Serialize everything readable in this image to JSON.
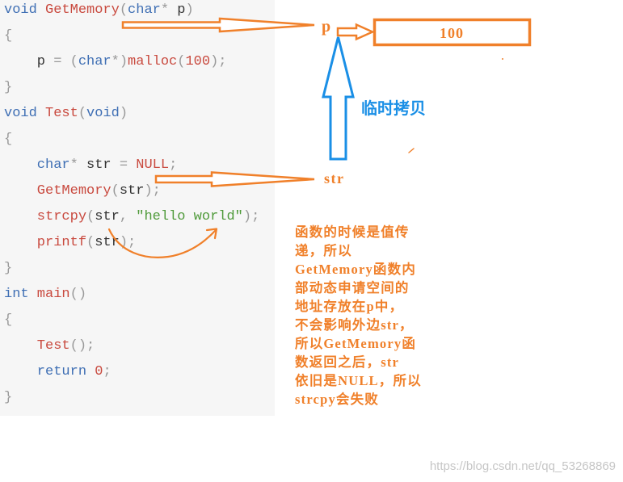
{
  "code": {
    "lines": [
      [
        {
          "keyword": "void"
        },
        {
          "function": " GetMemory"
        },
        {
          "punct": "("
        },
        {
          "keyword": "char"
        },
        {
          "punct": "* "
        },
        {
          "ident": "p"
        },
        {
          "punct": ")"
        }
      ],
      [
        {
          "punct": "{"
        }
      ],
      [
        {
          "ident": "    p"
        },
        {
          "punct": " = ("
        },
        {
          "keyword": "char"
        },
        {
          "punct": "*)"
        },
        {
          "function": "malloc"
        },
        {
          "punct": "("
        },
        {
          "literal": "100"
        },
        {
          "punct": ");"
        }
      ],
      [
        {
          "punct": "}"
        }
      ],
      [
        {
          "keyword": "void"
        },
        {
          "function": " Test"
        },
        {
          "punct": "("
        },
        {
          "keyword": "void"
        },
        {
          "punct": ")"
        }
      ],
      [
        {
          "punct": "{"
        }
      ],
      [
        {
          "keyword": "    char"
        },
        {
          "punct": "* "
        },
        {
          "ident": "str"
        },
        {
          "punct": " = "
        },
        {
          "literal": "NULL"
        },
        {
          "punct": ";"
        }
      ],
      [
        {
          "function": "    GetMemory"
        },
        {
          "punct": "("
        },
        {
          "ident": "str"
        },
        {
          "punct": ");"
        }
      ],
      [
        {
          "function": "    strcpy"
        },
        {
          "punct": "("
        },
        {
          "ident": "str"
        },
        {
          "punct": ", "
        },
        {
          "string": "\"hello world\""
        },
        {
          "punct": ");"
        }
      ],
      [
        {
          "function": "    printf"
        },
        {
          "punct": "("
        },
        {
          "ident": "str"
        },
        {
          "punct": ");"
        }
      ],
      [
        {
          "punct": "}"
        }
      ],
      [
        {
          "keyword": "int"
        },
        {
          "function": " main"
        },
        {
          "punct": "()"
        }
      ],
      [
        {
          "punct": "{"
        }
      ],
      [
        {
          "function": "    Test"
        },
        {
          "punct": "();"
        }
      ],
      [
        {
          "keyword": "    return"
        },
        {
          "literal": " 0"
        },
        {
          "punct": ";"
        }
      ],
      [
        {
          "punct": "}"
        }
      ]
    ]
  },
  "annotations": {
    "param_label": "p",
    "value_box_label": "100",
    "copy_label": "临时拷贝",
    "arg_label": "str",
    "explanation_lines": [
      "函数的时候是值传",
      "递，所以",
      "GetMemory函数内",
      "部动态申请空间的",
      "地址存放在p中，",
      "不会影响外边str，",
      "所以GetMemory函",
      "数返回之后，str",
      "依旧是NULL，所以",
      "strcpy会失败"
    ]
  },
  "watermark": "https://blog.csdn.net/qq_53268869",
  "colors": {
    "keyword": "#3f6fb4",
    "function": "#c94a3f",
    "literal": "#c94a3f",
    "string": "#4f9a3a",
    "punct": "#999999",
    "ident": "#333333",
    "annotation_orange": "#f0802a",
    "annotation_blue": "#1a8fe6",
    "code_background": "#f6f6f6"
  }
}
